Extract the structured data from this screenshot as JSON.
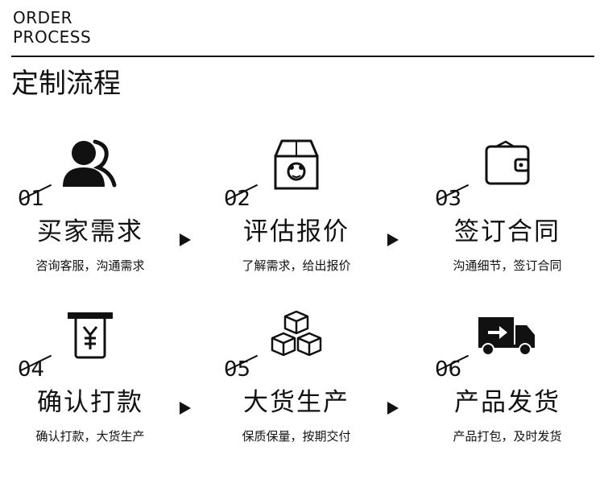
{
  "header": {
    "en_line1": "ORDER",
    "en_line2": "PROCESS",
    "cn_title": "定制流程"
  },
  "steps": [
    {
      "num": "01",
      "title": "买家需求",
      "desc": "咨询客服，沟通需求",
      "icon": "customer-service-icon"
    },
    {
      "num": "02",
      "title": "评估报价",
      "desc": "了解需求，给出报价",
      "icon": "package-box-icon"
    },
    {
      "num": "03",
      "title": "签订合同",
      "desc": "沟通细节，签订合同",
      "icon": "wallet-icon"
    },
    {
      "num": "04",
      "title": "确认打款",
      "desc": "确认打款，大货生产",
      "icon": "yuan-payment-icon"
    },
    {
      "num": "05",
      "title": "大货生产",
      "desc": "保质保量，按期交付",
      "icon": "boxes-stack-icon"
    },
    {
      "num": "06",
      "title": "产品发货",
      "desc": "产品打包，及时发货",
      "icon": "delivery-truck-icon"
    }
  ],
  "arrow_icon": "play-arrow-icon"
}
